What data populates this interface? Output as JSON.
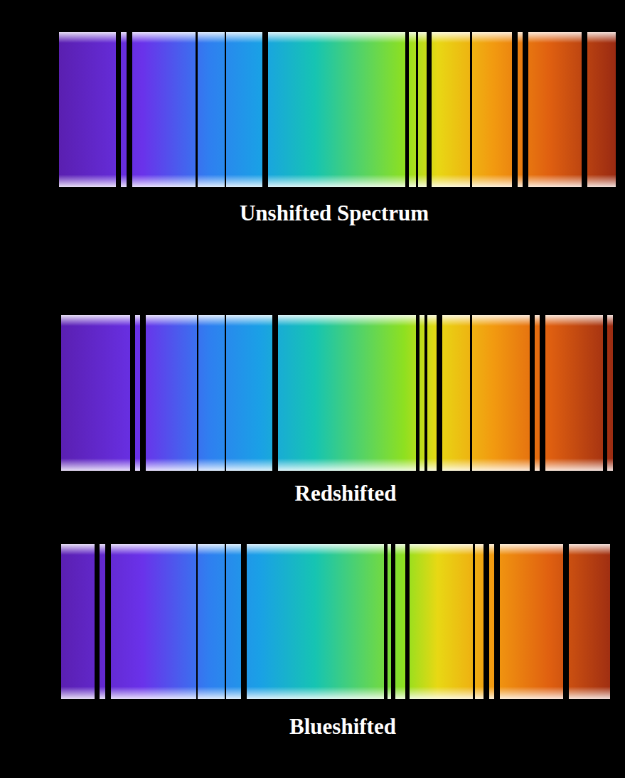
{
  "diagram": {
    "labels": [
      "Unshifted Spectrum",
      "Redshifted",
      "Blueshifted"
    ]
  }
}
